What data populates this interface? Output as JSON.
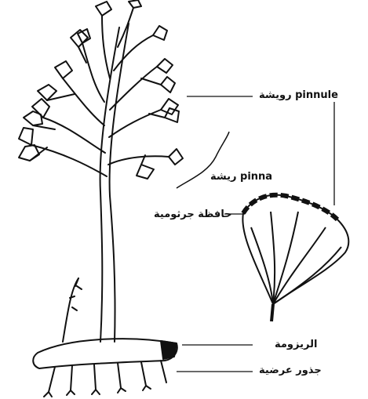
{
  "labels": {
    "pinnule": "رويشة pinnule",
    "pinna": "ريشة pinna",
    "sorus_cover": "حافظة جرثومية",
    "rhizome": "الريزومة",
    "adventitious_roots": "جذور عرضية"
  },
  "colors": {
    "ink": "#111111",
    "paper": "#ffffff"
  },
  "icons": [
    "fern-plant-icon",
    "pinnule-detail-icon"
  ]
}
